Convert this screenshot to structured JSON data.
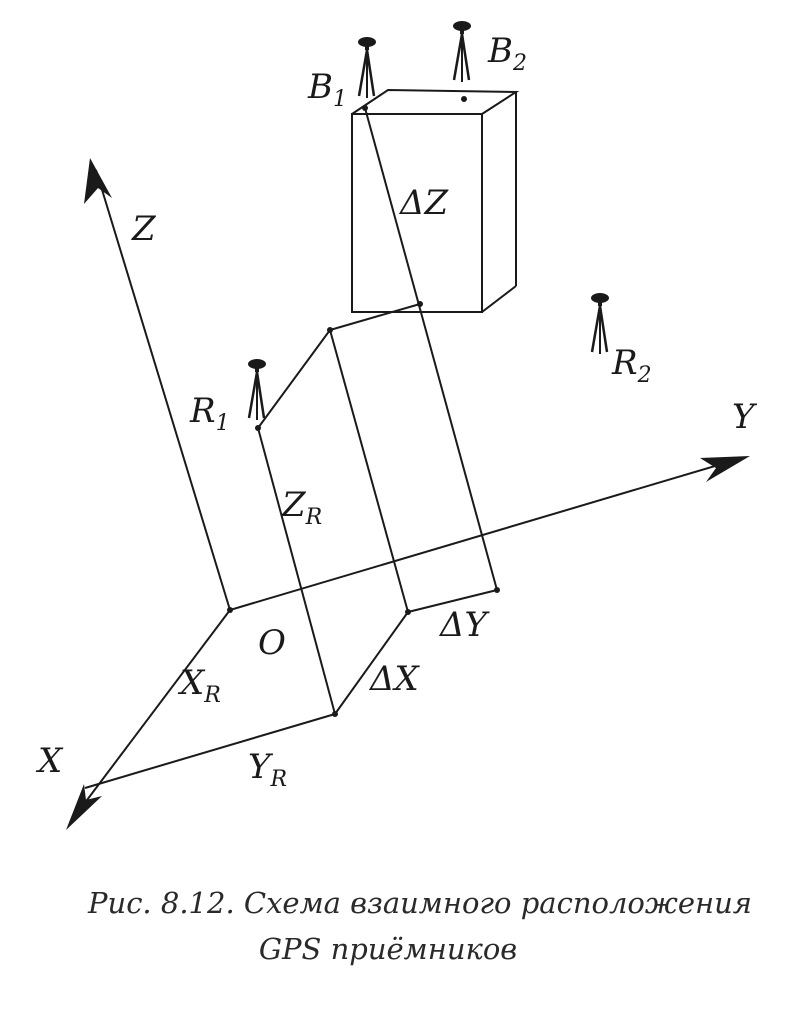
{
  "labels": {
    "x": "X",
    "y": "Y",
    "z": "Z",
    "origin": "O",
    "dz": "ΔZ",
    "dx": "ΔX",
    "dy": "ΔY",
    "b1": "B",
    "b1_sub": "1",
    "b2": "B",
    "b2_sub": "2",
    "r1": "R",
    "r1_sub": "1",
    "r2": "R",
    "r2_sub": "2",
    "xr": "X",
    "xr_sub": "R",
    "yr": "Y",
    "yr_sub": "R",
    "zr": "Z",
    "zr_sub": "R"
  },
  "caption": {
    "line1": "Рис. 8.12. Схема взаимного расположения",
    "line2": "GPS приёмников"
  },
  "colors": {
    "ink": "#1a1a1a"
  }
}
